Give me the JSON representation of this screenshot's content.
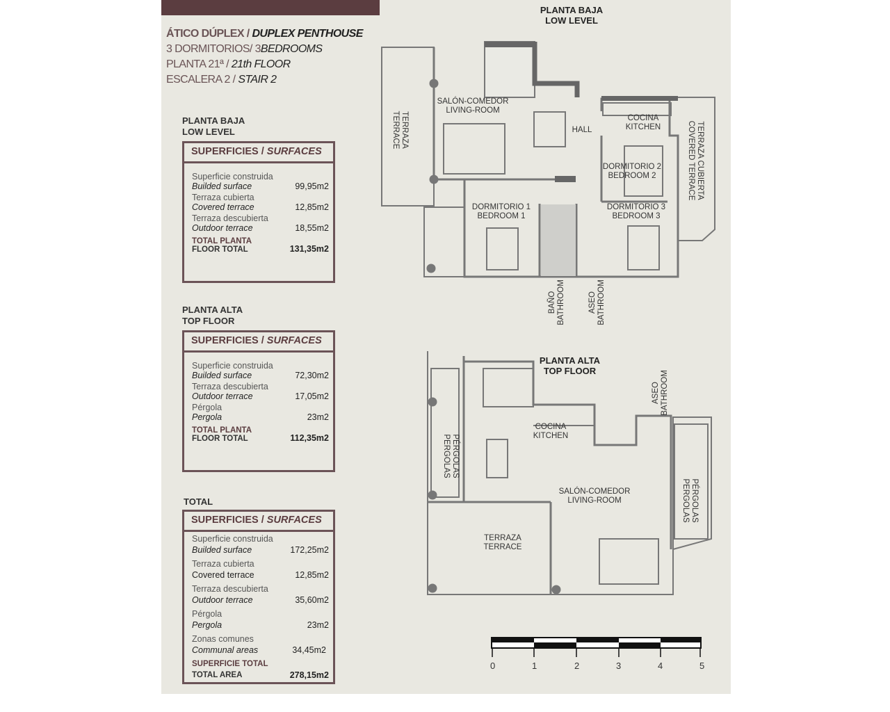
{
  "header": {
    "line1_es": "ÁTICO DÚPLEX / ",
    "line1_en": "DUPLEX PENTHOUSE",
    "line2_es": "3 DORMITORIOS/ 3",
    "line2_en": "BEDROOMS",
    "line3_es": "PLANTA 21ª / ",
    "line3_en": "21th FLOOR",
    "line4_es": "ESCALERA 2 / ",
    "line4_en": "STAIR 2"
  },
  "low": {
    "title_es": "PLANTA BAJA",
    "title_en": "LOW LEVEL",
    "hd_es": "SUPERFICIES / ",
    "hd_en": "SURFACES",
    "rows": [
      {
        "es": "Superficie construida",
        "en": "Builded surface",
        "v": "99,95m2"
      },
      {
        "es": "Terraza cubierta",
        "en": "Covered terrace",
        "v": "12,85m2"
      },
      {
        "es": "Terraza descubierta",
        "en": "Outdoor terrace",
        "v": "18,55m2"
      }
    ],
    "total": {
      "es": "TOTAL PLANTA",
      "en": "FLOOR TOTAL",
      "v": "131,35m2"
    }
  },
  "top": {
    "title_es": "PLANTA ALTA",
    "title_en": "TOP FLOOR",
    "hd_es": "SUPERFICIES / ",
    "hd_en": "SURFACES",
    "rows": [
      {
        "es": "Superficie construida",
        "en": "Builded surface",
        "v": "72,30m2"
      },
      {
        "es": "Terraza descubierta",
        "en": "Outdoor terrace",
        "v": "17,05m2"
      },
      {
        "es": "Pérgola",
        "en": "Pergola",
        "v": "23m2"
      }
    ],
    "total": {
      "es": "TOTAL PLANTA",
      "en": "FLOOR TOTAL",
      "v": "112,35m2"
    }
  },
  "all": {
    "title": "TOTAL",
    "hd_es": "SUPERFICIES / ",
    "hd_en": "SURFACES",
    "rows": [
      {
        "es": "Superficie construida",
        "en": "Builded surface",
        "v": "172,25m2"
      },
      {
        "es": "Terraza cubierta",
        "en": "Covered terrace",
        "v": "12,85m2"
      },
      {
        "es": "Terraza descubierta",
        "en": "Outdoor terrace",
        "v": "35,60m2"
      },
      {
        "es": "Pérgola",
        "en": "Pergola",
        "v": "23m2"
      },
      {
        "es": "Zonas comunes",
        "en": "Communal areas",
        "v": "34,45m2"
      }
    ],
    "total": {
      "es": "SUPERFICIE TOTAL",
      "en": "TOTAL AREA",
      "v": "278,15m2"
    }
  },
  "plan_low": {
    "title_es": "PLANTA BAJA",
    "title_en": "LOW LEVEL",
    "rooms": {
      "terrace": [
        "TERRAZA",
        "TERRACE"
      ],
      "living": [
        "SALÓN-COMEDOR",
        "LIVING-ROOM"
      ],
      "hall": "HALL",
      "kitchen": [
        "COCINA",
        "KITCHEN"
      ],
      "covered": [
        "TERRAZA CUBIERTA",
        "COVERED TERRACE"
      ],
      "bed2": [
        "DORMITORIO 2",
        "BEDROOM 2"
      ],
      "bed1": [
        "DORMITORIO 1",
        "BEDROOM 1"
      ],
      "bed3": [
        "DORMITORIO 3",
        "BEDROOM 3"
      ],
      "bath": [
        "BAÑO",
        "BATHROOM"
      ],
      "aseo": [
        "ASEO",
        "BATHROOM"
      ]
    }
  },
  "plan_top": {
    "title_es": "PLANTA ALTA",
    "title_en": "TOP FLOOR",
    "rooms": {
      "aseo": [
        "ASEO",
        "BATHROOM"
      ],
      "pergL": [
        "PÉRGOLAS",
        "PERGOLAS"
      ],
      "kitchen": [
        "COCINA",
        "KITCHEN"
      ],
      "pergR": [
        "PÉRGOLAS",
        "PERGOLAS"
      ],
      "living": [
        "SALÓN-COMEDOR",
        "LIVING-ROOM"
      ],
      "terrace": [
        "TERRAZA",
        "TERRACE"
      ]
    }
  },
  "scale": {
    "labels": [
      "0",
      "1",
      "2",
      "3",
      "4",
      "5"
    ]
  },
  "colors": {
    "accent": "#5b3d40",
    "background": "#e9e8e1",
    "wall": "#707070"
  }
}
